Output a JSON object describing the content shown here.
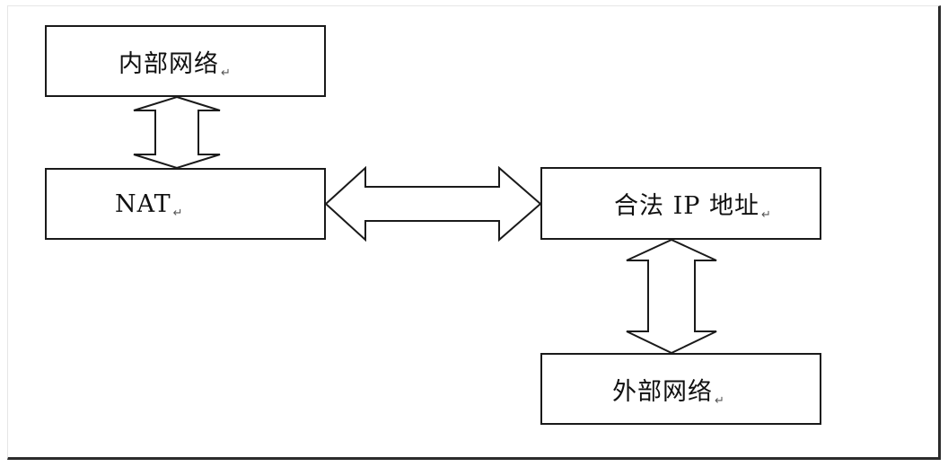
{
  "diagram": {
    "boxes": {
      "internal_network": {
        "label": "内部网络",
        "mark": "↵"
      },
      "nat": {
        "label": "NAT",
        "mark": "↵"
      },
      "legal_ip": {
        "label": "合法 IP 地址",
        "mark": "↵"
      },
      "external_network": {
        "label": "外部网络",
        "mark": "↵"
      }
    },
    "connections": [
      {
        "from": "internal_network",
        "to": "nat",
        "direction": "bidirectional"
      },
      {
        "from": "nat",
        "to": "legal_ip",
        "direction": "bidirectional"
      },
      {
        "from": "legal_ip",
        "to": "external_network",
        "direction": "bidirectional"
      }
    ]
  }
}
